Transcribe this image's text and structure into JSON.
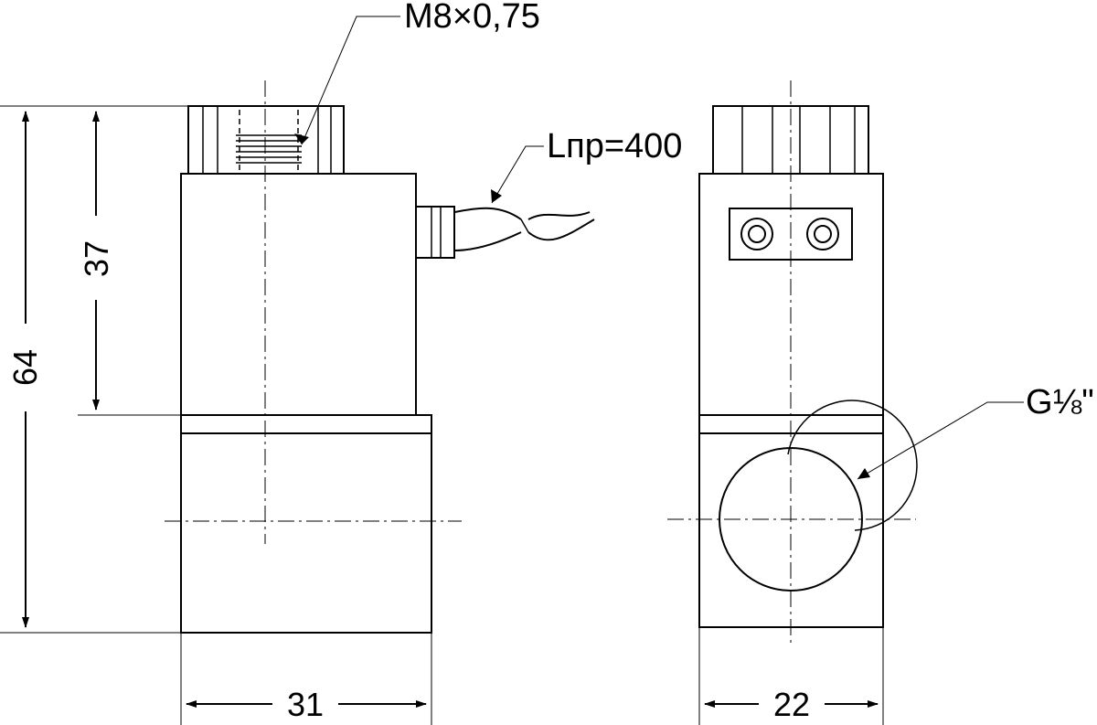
{
  "labels": {
    "thread": "M8×0,75",
    "cable_length": "Lпр=400",
    "port_thread": "G⅛\""
  },
  "dimensions": {
    "overall_height": "64",
    "coil_height": "37",
    "width_front": "31",
    "width_side": "22"
  },
  "colors": {
    "line": "#000000",
    "background": "#ffffff"
  }
}
